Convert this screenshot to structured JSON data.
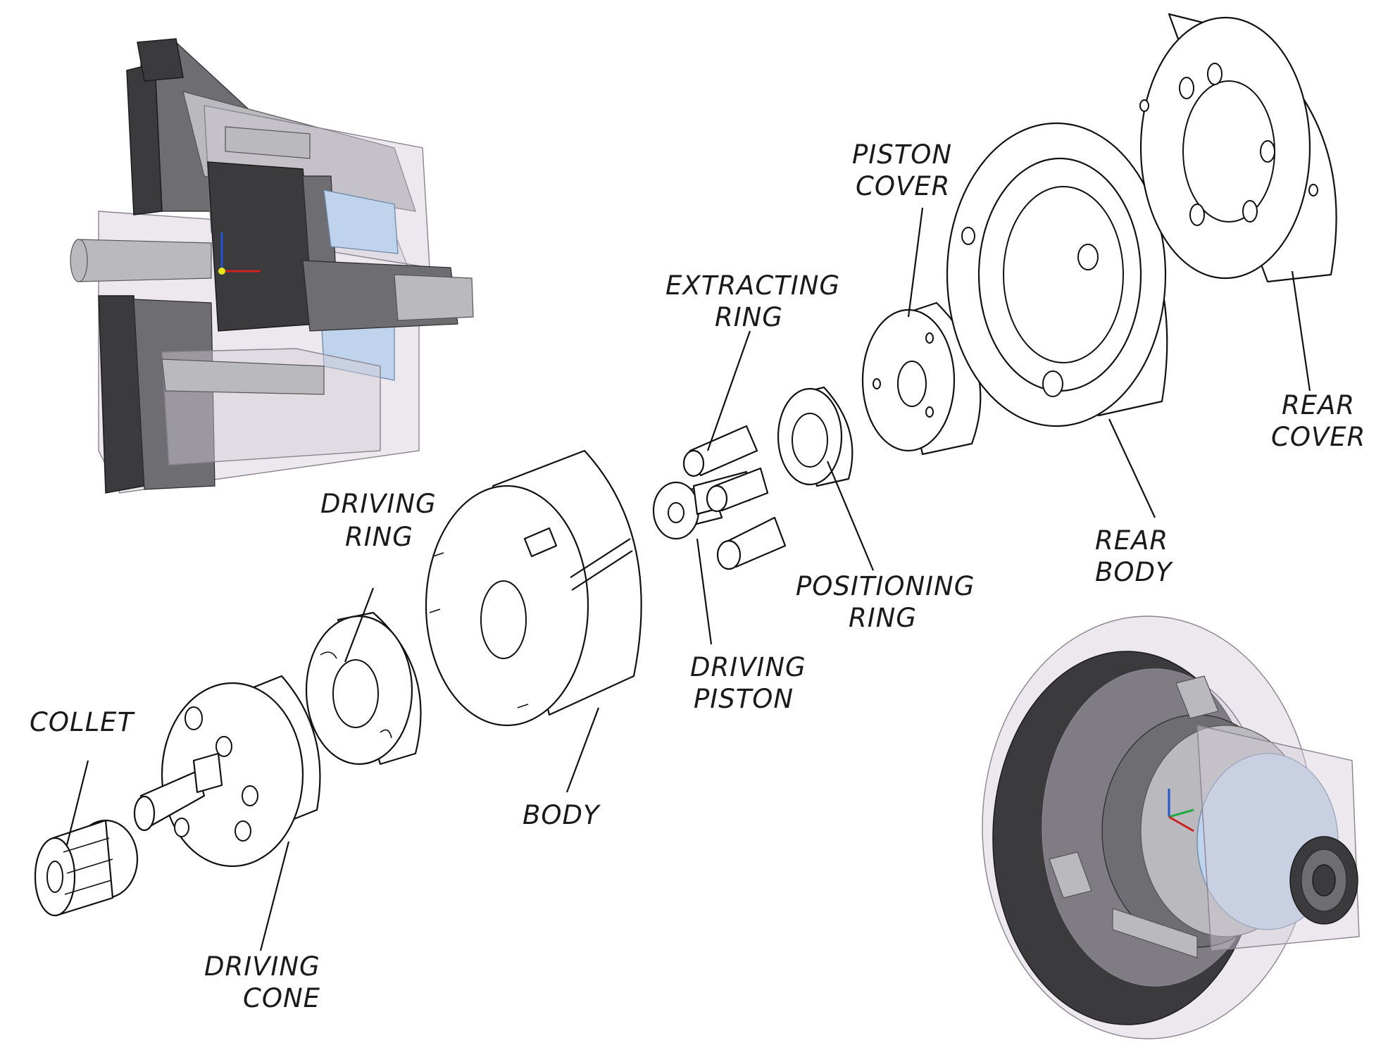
{
  "labels": {
    "collet": "COLLET",
    "driving_cone_1": "DRIVING",
    "driving_cone_2": "CONE",
    "driving_ring_1": "DRIVING",
    "driving_ring_2": "RING",
    "body": "BODY",
    "driving_piston_1": "DRIVING",
    "driving_piston_2": "PISTON",
    "extracting_ring_1": "EXTRACTING",
    "extracting_ring_2": "RING",
    "positioning_ring_1": "POSITIONING",
    "positioning_ring_2": "RING",
    "piston_cover_1": "PISTON",
    "piston_cover_2": "COVER",
    "rear_body_1": "REAR",
    "rear_body_2": "BODY",
    "rear_cover_1": "REAR",
    "rear_cover_2": "COVER"
  },
  "colors": {
    "line": "#111111",
    "dark_metal": "#3b3b3e",
    "transparent_shell": "#d4cdd8",
    "blue_part": "#bfd3ec"
  }
}
